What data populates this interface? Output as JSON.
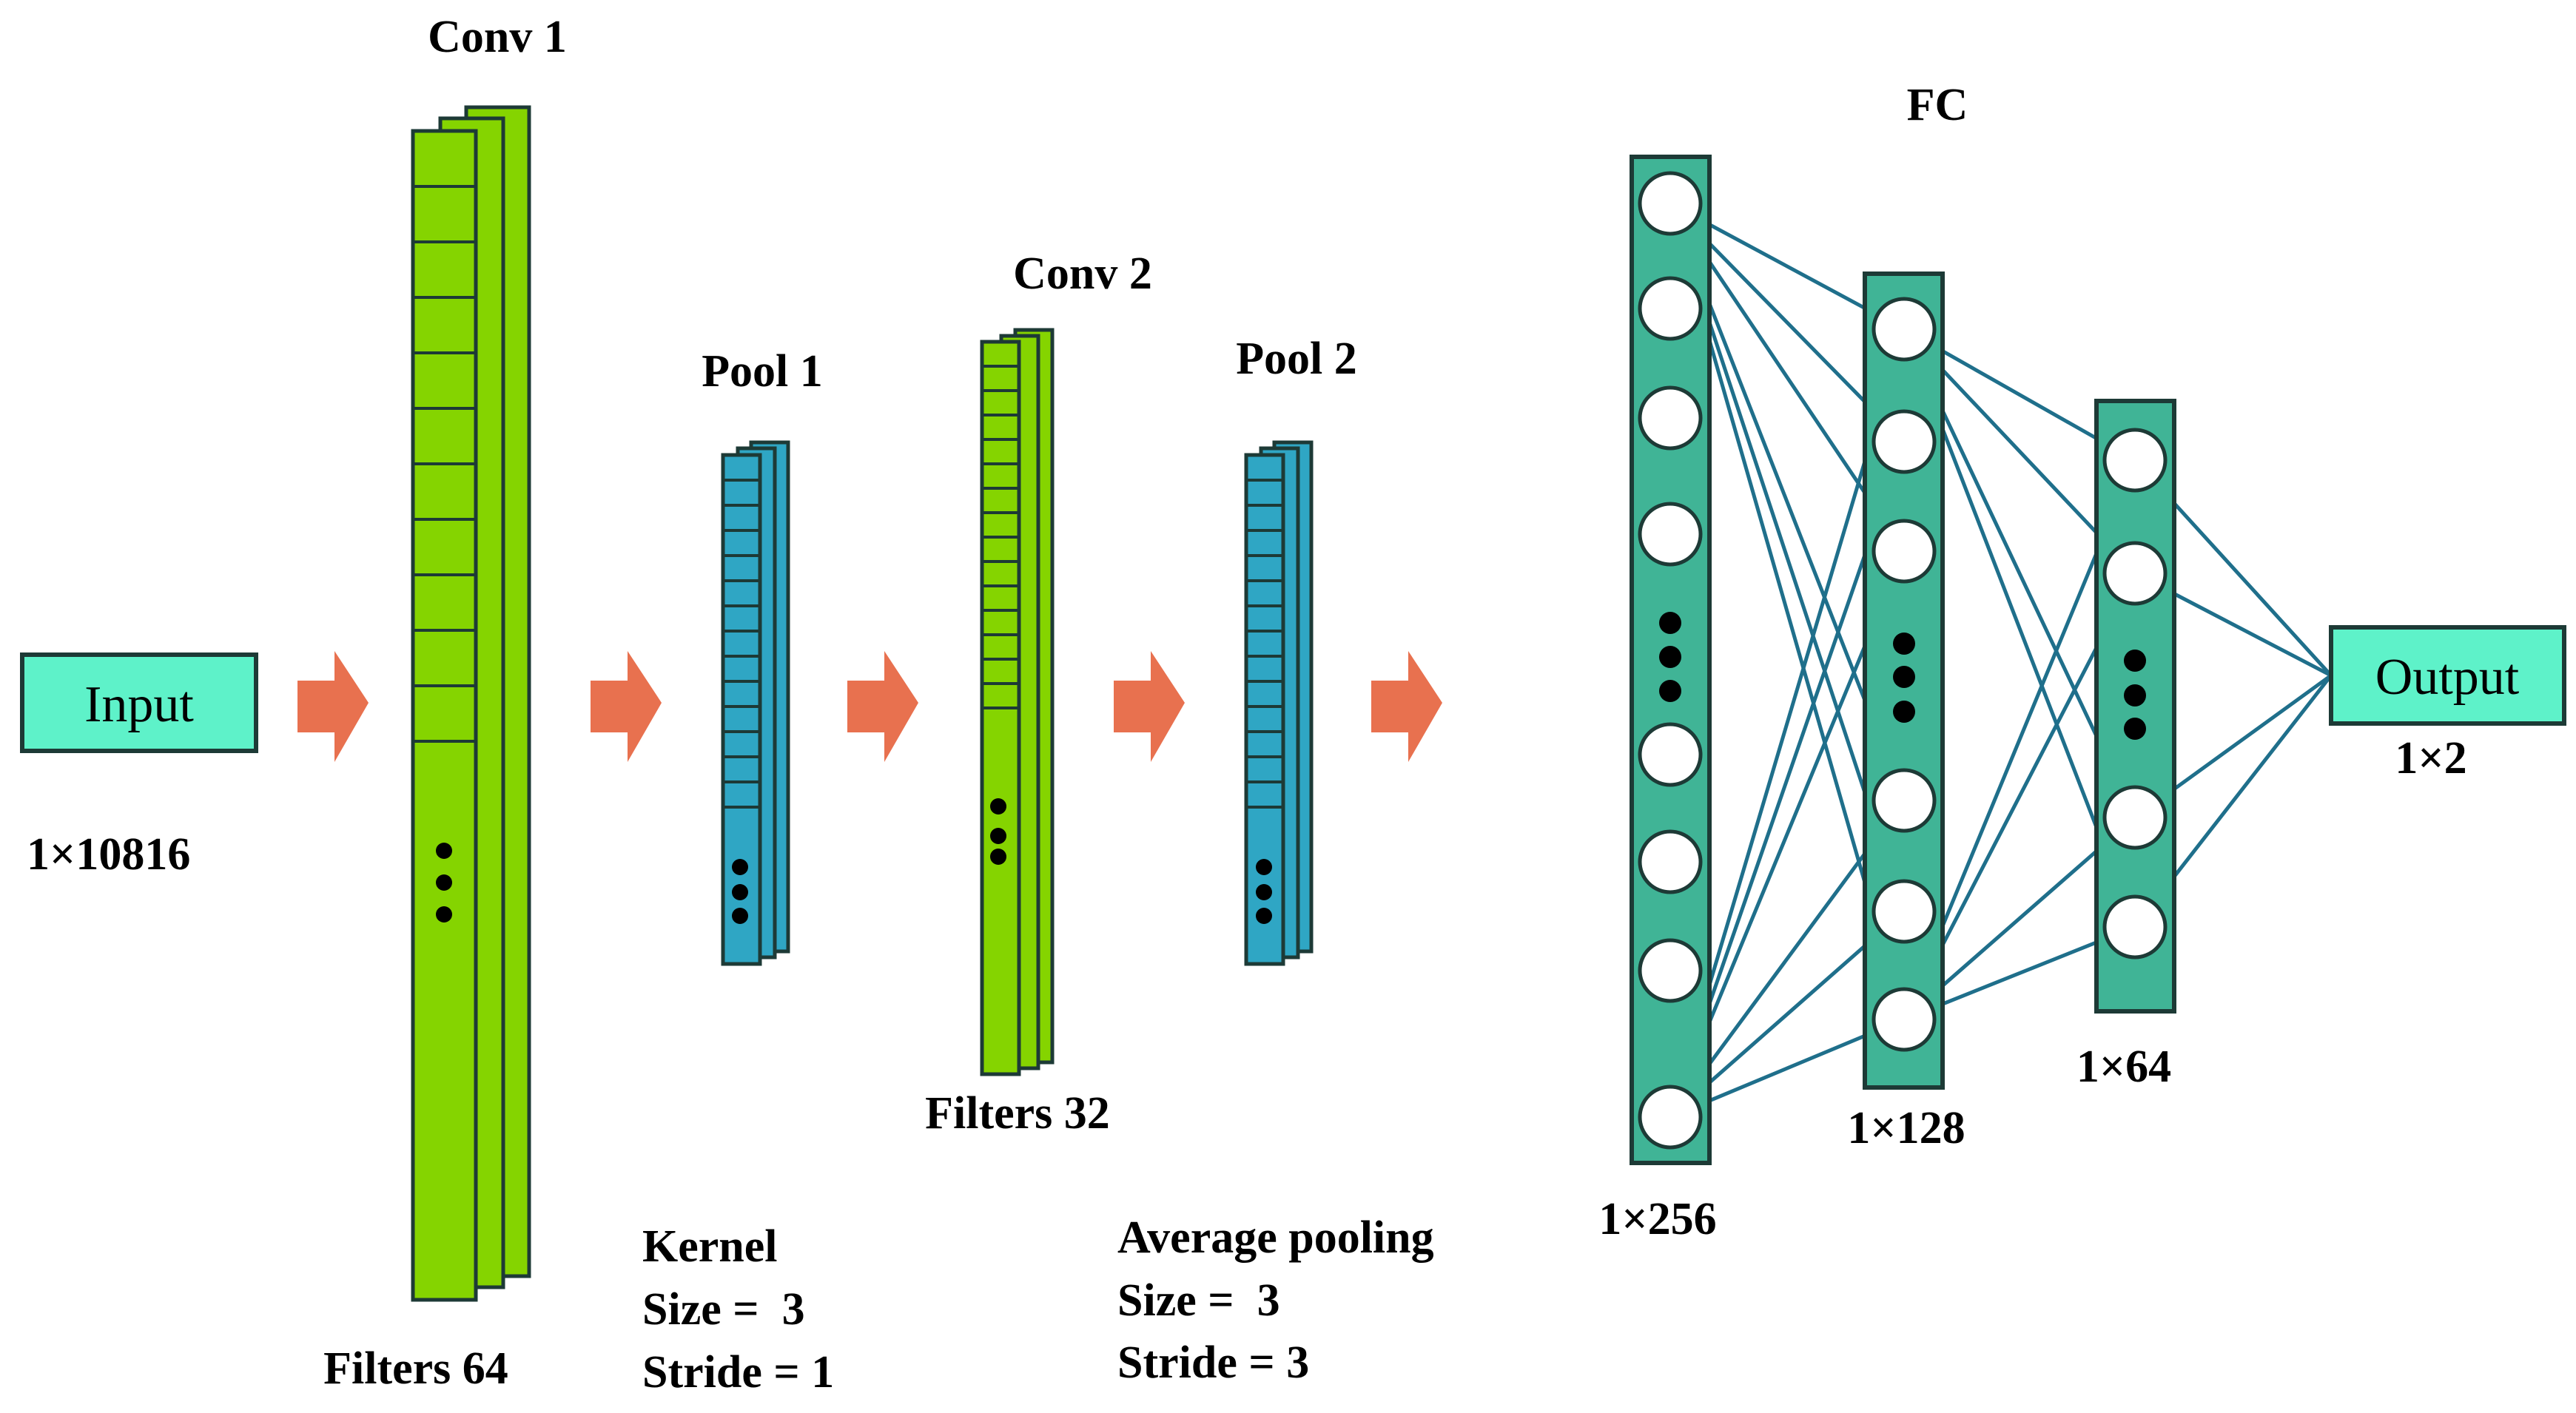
{
  "colors": {
    "input_box": "#5ef2c9",
    "conv": "#85d400",
    "pool": "#2fa6c4",
    "fc": "#40b496",
    "arrow": "#e8714f",
    "connection": "#1f6f8b",
    "outline": "#1d3a36"
  },
  "input": {
    "label": "Input",
    "dims": "1×10816"
  },
  "conv1": {
    "title": "Conv 1",
    "filters": "Filters 64"
  },
  "pool1": {
    "title": "Pool 1",
    "kernel": "Kernel",
    "size": "Size =  3",
    "stride": "Stride = 1"
  },
  "conv2": {
    "title": "Conv 2",
    "filters": "Filters 32"
  },
  "pool2": {
    "title": "Pool 2",
    "method": "Average pooling",
    "size": "Size =  3",
    "stride": "Stride = 3"
  },
  "fc": {
    "title": "FC",
    "layers": [
      {
        "dims": "1×256"
      },
      {
        "dims": "1×128"
      },
      {
        "dims": "1×64"
      }
    ]
  },
  "output": {
    "label": "Output",
    "dims": "1×2"
  },
  "icons": {
    "arrow": "right-chevron-arrow-icon",
    "ellipsis": "vertical-ellipsis-icon"
  }
}
